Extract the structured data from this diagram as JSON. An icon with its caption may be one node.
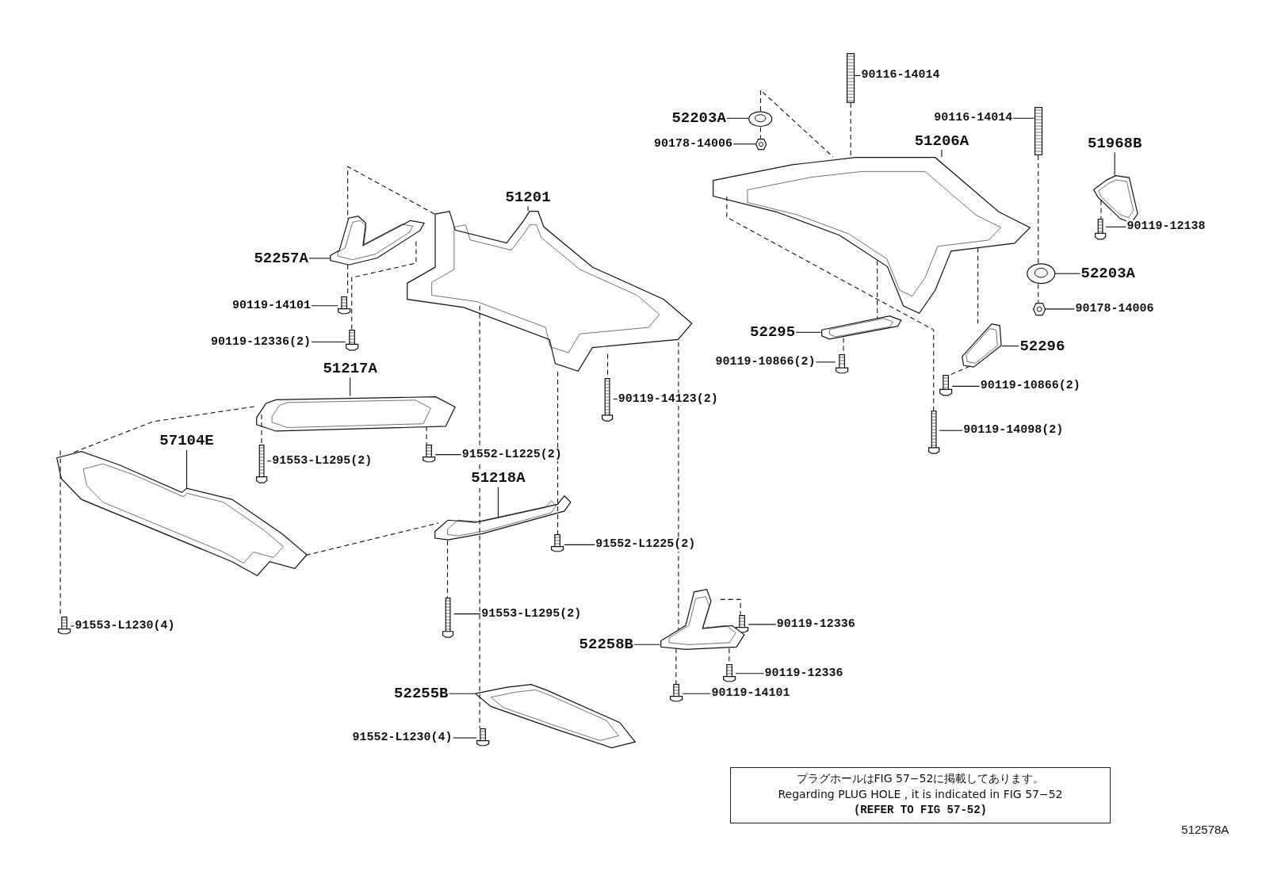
{
  "diagram": {
    "nodes": [
      {
        "text": [
          "90116-14014"
        ]
      },
      {
        "text": [],
        "shape": "picture"
      },
      {
        "text": [
          "52203A"
        ]
      },
      {
        "text": [],
        "shape": "picture"
      },
      {
        "text": [
          "90116-14014"
        ]
      },
      {
        "text": [],
        "shape": "picture"
      },
      {
        "text": [
          "90178-14006"
        ]
      },
      {
        "text": [],
        "shape": "picture"
      },
      {
        "text": [
          "51206A"
        ]
      },
      {
        "text": [],
        "shape": "picture"
      },
      {
        "text": [
          "51968B"
        ]
      },
      {
        "text": [],
        "shape": "picture"
      },
      {
        "text": [
          "90119-12138"
        ]
      },
      {
        "text": [],
        "shape": "picture"
      },
      {
        "text": [
          "52257A"
        ]
      },
      {
        "text": [],
        "shape": "picture"
      },
      {
        "text": [
          "51201"
        ]
      },
      {
        "text": [],
        "shape": "picture"
      },
      {
        "text": [
          "52203A"
        ]
      },
      {
        "text": [],
        "shape": "picture"
      },
      {
        "text": [
          "90119-14101"
        ]
      },
      {
        "text": [],
        "shape": "picture"
      },
      {
        "text": [
          "90178-14006"
        ]
      },
      {
        "text": [],
        "shape": "picture"
      },
      {
        "text": [
          "52295"
        ]
      },
      {
        "text": [],
        "shape": "picture"
      },
      {
        "text": [
          "90119-12336(2)"
        ]
      },
      {
        "text": [],
        "shape": "picture"
      },
      {
        "text": [
          "52296"
        ]
      },
      {
        "text": [],
        "shape": "picture"
      },
      {
        "text": [
          "90119-10866(2)"
        ]
      },
      {
        "text": [],
        "shape": "picture"
      },
      {
        "text": [
          "51217A"
        ]
      },
      {
        "text": [],
        "shape": "picture"
      },
      {
        "text": [
          "90119-10866(2)"
        ]
      },
      {
        "text": [],
        "shape": "picture"
      },
      {
        "text": [
          "90119-14123(2)"
        ]
      },
      {
        "text": [],
        "shape": "picture"
      },
      {
        "text": [
          "90119-14098(2)"
        ]
      },
      {
        "text": [],
        "shape": "picture"
      },
      {
        "text": [
          "57104E"
        ]
      },
      {
        "text": [],
        "shape": "picture"
      },
      {
        "text": [
          "91552-L1225(2)"
        ]
      },
      {
        "text": [],
        "shape": "picture"
      },
      {
        "text": [
          "91553-L1295(2)"
        ]
      },
      {
        "text": [],
        "shape": "picture"
      },
      {
        "text": [
          "51218A"
        ]
      },
      {
        "text": [],
        "shape": "picture"
      },
      {
        "text": [
          "91552-L1225(2)"
        ]
      },
      {
        "text": [],
        "shape": "picture"
      },
      {
        "text": [
          "90119-12336"
        ]
      },
      {
        "text": [],
        "shape": "picture"
      },
      {
        "text": [
          "91553-L1295(2)"
        ]
      },
      {
        "text": [],
        "shape": "picture"
      },
      {
        "text": [
          "91553-L1230(4)"
        ]
      },
      {
        "text": [],
        "shape": "picture"
      },
      {
        "text": [
          "52258B"
        ]
      },
      {
        "text": [],
        "shape": "picture"
      },
      {
        "text": [
          "90119-12336"
        ]
      },
      {
        "text": [],
        "shape": "picture"
      },
      {
        "text": [
          "90119-14101"
        ]
      },
      {
        "text": [],
        "shape": "picture"
      },
      {
        "text": [
          "52255B"
        ]
      },
      {
        "text": [],
        "shape": "picture"
      },
      {
        "text": [
          "91552-L1230(4)"
        ]
      },
      {
        "text": [],
        "shape": "picture"
      },
      {
        "text": [
          "プラグホールはFIG 57−52に掲載してあります。",
          "Regarding PLUG HOLE , it is indicated in FIG 57−52",
          "(REFER TO FIG 57-52)"
        ]
      }
    ],
    "edges": [
      {
        "from": 0,
        "to": 1,
        "arrow": "none"
      },
      {
        "from": 2,
        "to": 3,
        "arrow": "none"
      },
      {
        "from": 4,
        "to": 5,
        "arrow": "none"
      },
      {
        "from": 6,
        "to": 7,
        "arrow": "none"
      },
      {
        "from": 8,
        "to": 9,
        "arrow": "none"
      },
      {
        "from": 10,
        "to": 11,
        "arrow": "none"
      },
      {
        "from": 12,
        "to": 13,
        "arrow": "none"
      },
      {
        "from": 14,
        "to": 15,
        "arrow": "none"
      },
      {
        "from": 16,
        "to": 17,
        "arrow": "none"
      },
      {
        "from": 18,
        "to": 19,
        "arrow": "none"
      },
      {
        "from": 20,
        "to": 21,
        "arrow": "none"
      },
      {
        "from": 22,
        "to": 23,
        "arrow": "none"
      },
      {
        "from": 24,
        "to": 25,
        "arrow": "none"
      },
      {
        "from": 26,
        "to": 27,
        "arrow": "none"
      },
      {
        "from": 28,
        "to": 29,
        "arrow": "none"
      },
      {
        "from": 30,
        "to": 31,
        "arrow": "none"
      },
      {
        "from": 32,
        "to": 33,
        "arrow": "none"
      },
      {
        "from": 34,
        "to": 35,
        "arrow": "none"
      },
      {
        "from": 36,
        "to": 37,
        "arrow": "none"
      },
      {
        "from": 38,
        "to": 39,
        "arrow": "none"
      },
      {
        "from": 40,
        "to": 41,
        "arrow": "none"
      },
      {
        "from": 42,
        "to": 43,
        "arrow": "none"
      },
      {
        "from": 44,
        "to": 45,
        "arrow": "none"
      },
      {
        "from": 46,
        "to": 47,
        "arrow": "none"
      },
      {
        "from": 48,
        "to": 49,
        "arrow": "none"
      },
      {
        "from": 50,
        "to": 51,
        "arrow": "none"
      },
      {
        "from": 52,
        "to": 53,
        "arrow": "none"
      },
      {
        "from": 54,
        "to": 55,
        "arrow": "none"
      },
      {
        "from": 56,
        "to": 57,
        "arrow": "none"
      },
      {
        "from": 58,
        "to": 59,
        "arrow": "none"
      },
      {
        "from": 60,
        "to": 61,
        "arrow": "none"
      },
      {
        "from": 62,
        "to": 63,
        "arrow": "none"
      },
      {
        "from": 64,
        "to": 65,
        "arrow": "none"
      },
      {
        "from": 17,
        "to": 15,
        "arrow": "none",
        "style": "dashed"
      },
      {
        "from": 15,
        "to": 27,
        "arrow": "none",
        "style": "dashed"
      },
      {
        "from": 17,
        "to": 65,
        "arrow": "none",
        "style": "dashed"
      },
      {
        "from": 17,
        "to": 49,
        "arrow": "none",
        "style": "dashed"
      },
      {
        "from": 17,
        "to": 57,
        "arrow": "none",
        "style": "dashed"
      },
      {
        "from": 57,
        "to": 61,
        "arrow": "none",
        "style": "dashed"
      },
      {
        "from": 17,
        "to": 37,
        "arrow": "none",
        "style": "dashed"
      },
      {
        "from": 3,
        "to": 9,
        "arrow": "none",
        "style": "dashed"
      },
      {
        "from": 9,
        "to": 39,
        "arrow": "none",
        "style": "dashed"
      },
      {
        "from": 1,
        "to": 9,
        "arrow": "none",
        "style": "dashed"
      },
      {
        "from": 5,
        "to": 19,
        "arrow": "none",
        "style": "dashed"
      },
      {
        "from": 19,
        "to": 23,
        "arrow": "none",
        "style": "dashed"
      },
      {
        "from": 9,
        "to": 29,
        "arrow": "none",
        "style": "dashed"
      },
      {
        "from": 9,
        "to": 25,
        "arrow": "none",
        "style": "dashed"
      },
      {
        "from": 11,
        "to": 13,
        "arrow": "none",
        "style": "dashed"
      },
      {
        "from": 41,
        "to": 55,
        "arrow": "none",
        "style": "dashed"
      },
      {
        "from": 41,
        "to": 33,
        "arrow": "none",
        "style": "dashed"
      },
      {
        "from": 41,
        "to": 47,
        "arrow": "none",
        "style": "dashed"
      },
      {
        "from": 33,
        "to": 45,
        "arrow": "none",
        "style": "dashed"
      },
      {
        "from": 33,
        "to": 43,
        "arrow": "none",
        "style": "dashed"
      },
      {
        "from": 47,
        "to": 53,
        "arrow": "none",
        "style": "dashed"
      },
      {
        "from": 3,
        "to": 7,
        "arrow": "none",
        "style": "dashed"
      },
      {
        "from": 25,
        "to": 31,
        "arrow": "none",
        "style": "dashed"
      },
      {
        "from": 29,
        "to": 35,
        "arrow": "none",
        "style": "dashed"
      },
      {
        "from": 57,
        "to": 51,
        "arrow": "none",
        "style": "dashed"
      },
      {
        "from": 57,
        "to": 59,
        "arrow": "none",
        "style": "dashed"
      },
      {
        "from": 15,
        "to": 21,
        "arrow": "none",
        "style": "dashed"
      }
    ],
    "labels": [
      "512578A"
    ]
  }
}
